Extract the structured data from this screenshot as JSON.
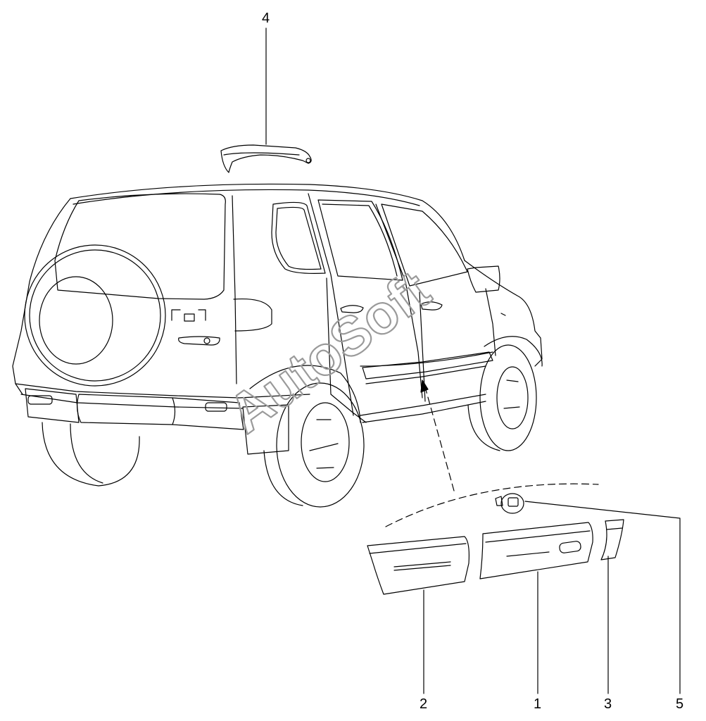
{
  "watermark": "AutoSoft",
  "callouts": {
    "c1": "1",
    "c2": "2",
    "c3": "3",
    "c4": "4",
    "c5": "5"
  },
  "colors": {
    "line": "#000000",
    "watermark": "#9a9a9a",
    "background": "#ffffff"
  }
}
